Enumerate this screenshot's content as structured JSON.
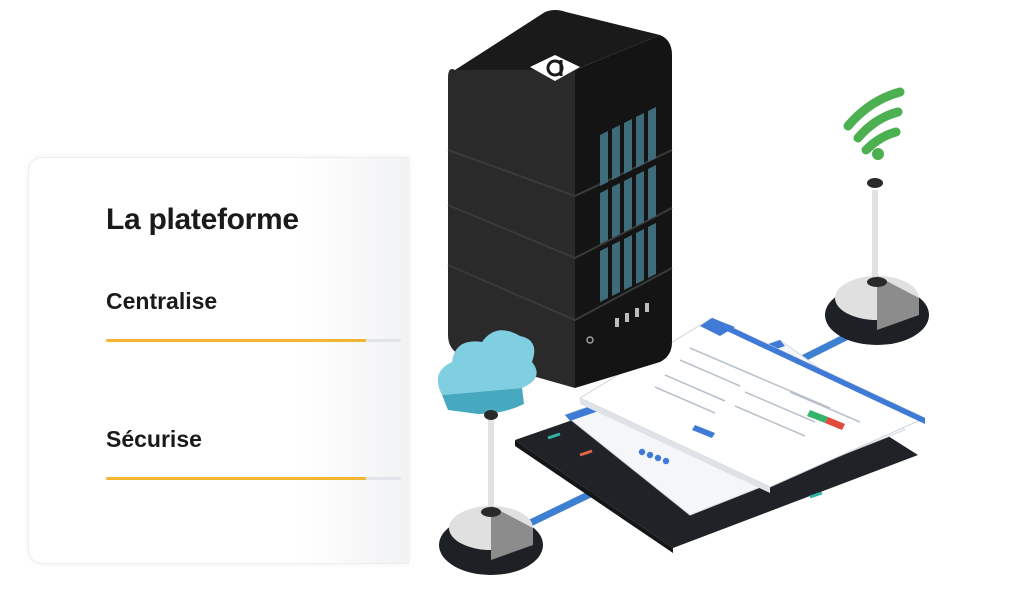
{
  "card": {
    "title": "La plateforme",
    "items": [
      {
        "label": "Centralise",
        "progress": 0.88
      },
      {
        "label": "Sécurise",
        "progress": 0.88
      }
    ]
  },
  "colors": {
    "accent": "#f2b632",
    "track": "#e1e4e8",
    "tower": "#1e1e1e",
    "vents": "#3e6c7a",
    "wifi": "#4caf50",
    "cloud": "#7fcfe0",
    "connector": "#3d7fd0",
    "screen_header": "#3f7bd6"
  },
  "icons": {
    "tower_logo": "server-logo-icon",
    "wifi": "wifi-icon",
    "cloud": "cloud-icon"
  }
}
